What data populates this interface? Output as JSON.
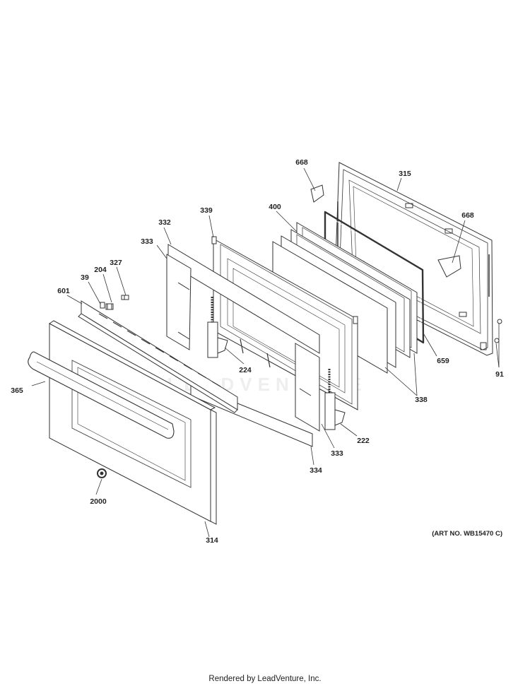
{
  "callouts": [
    {
      "id": "668a",
      "text": "668"
    },
    {
      "id": "315",
      "text": "315"
    },
    {
      "id": "668b",
      "text": "668"
    },
    {
      "id": "400",
      "text": "400"
    },
    {
      "id": "339",
      "text": "339"
    },
    {
      "id": "332",
      "text": "332"
    },
    {
      "id": "333a",
      "text": "333"
    },
    {
      "id": "327",
      "text": "327"
    },
    {
      "id": "204",
      "text": "204"
    },
    {
      "id": "39",
      "text": "39"
    },
    {
      "id": "601",
      "text": "601"
    },
    {
      "id": "224",
      "text": "224"
    },
    {
      "id": "365",
      "text": "365"
    },
    {
      "id": "659",
      "text": "659"
    },
    {
      "id": "91",
      "text": "91"
    },
    {
      "id": "338",
      "text": "338"
    },
    {
      "id": "222",
      "text": "222"
    },
    {
      "id": "333b",
      "text": "333"
    },
    {
      "id": "334",
      "text": "334"
    },
    {
      "id": "2000",
      "text": "2000"
    },
    {
      "id": "314",
      "text": "314"
    }
  ],
  "art_number": "(ART NO. WB15470 C)",
  "watermark": "LEADVENTURE",
  "footer": "Rendered by LeadVenture, Inc."
}
